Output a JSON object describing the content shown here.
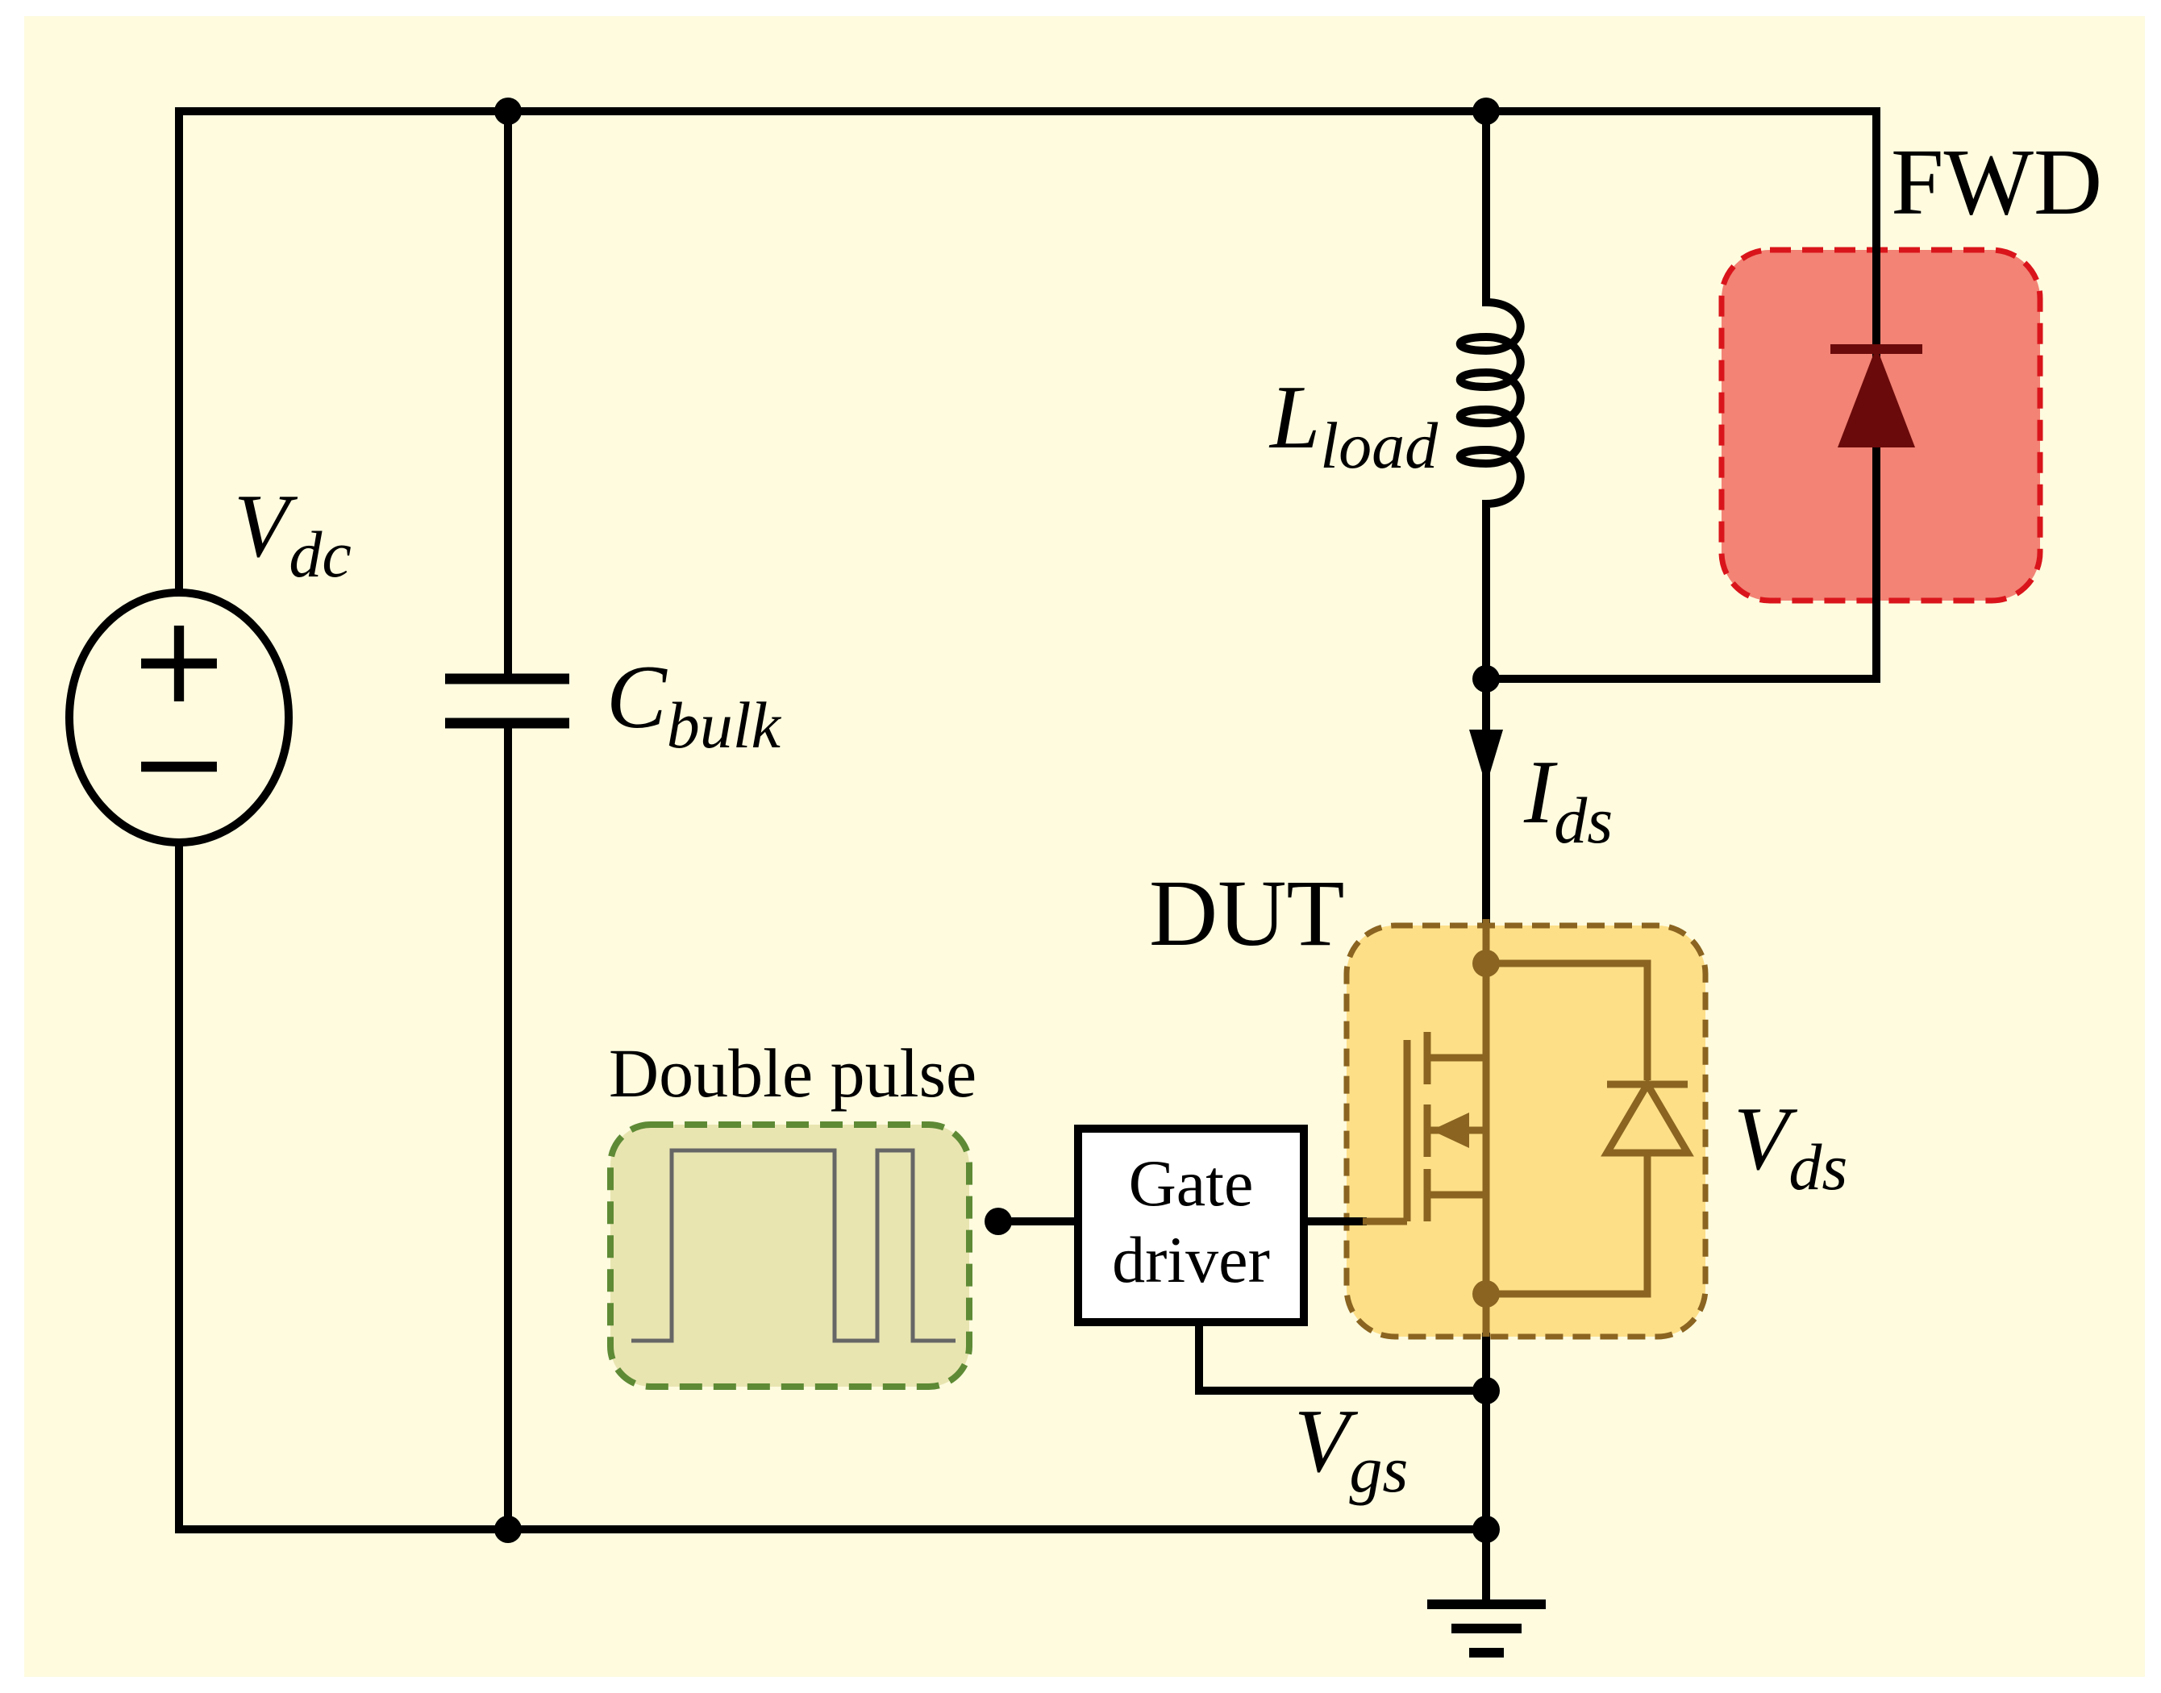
{
  "labels": {
    "vdc": {
      "main": "V",
      "sub": "dc"
    },
    "cbulk": {
      "main": "C",
      "sub": "bulk"
    },
    "lload": {
      "main": "L",
      "sub": "load"
    },
    "ids": {
      "main": "I",
      "sub": "ds"
    },
    "vds": {
      "main": "V",
      "sub": "ds"
    },
    "vgs": {
      "main": "V",
      "sub": "gs"
    },
    "fwd": "FWD",
    "dut": "DUT",
    "double_pulse": "Double pulse",
    "gate_driver_line1": "Gate",
    "gate_driver_line2": "driver",
    "plus": "+",
    "minus": "−"
  },
  "colors": {
    "background": "#fefbdf",
    "wire": "#000000",
    "fwd_fill": "#f28375",
    "fwd_border": "#d9151b",
    "fwd_diode": "#6b0a0a",
    "dut_fill": "#fddf88",
    "dut_border": "#8a6420",
    "dut_symbol": "#8a6420",
    "pulse_fill": "#e9e5b1",
    "pulse_border": "#5e8a35",
    "pulse_wave": "#666666"
  }
}
